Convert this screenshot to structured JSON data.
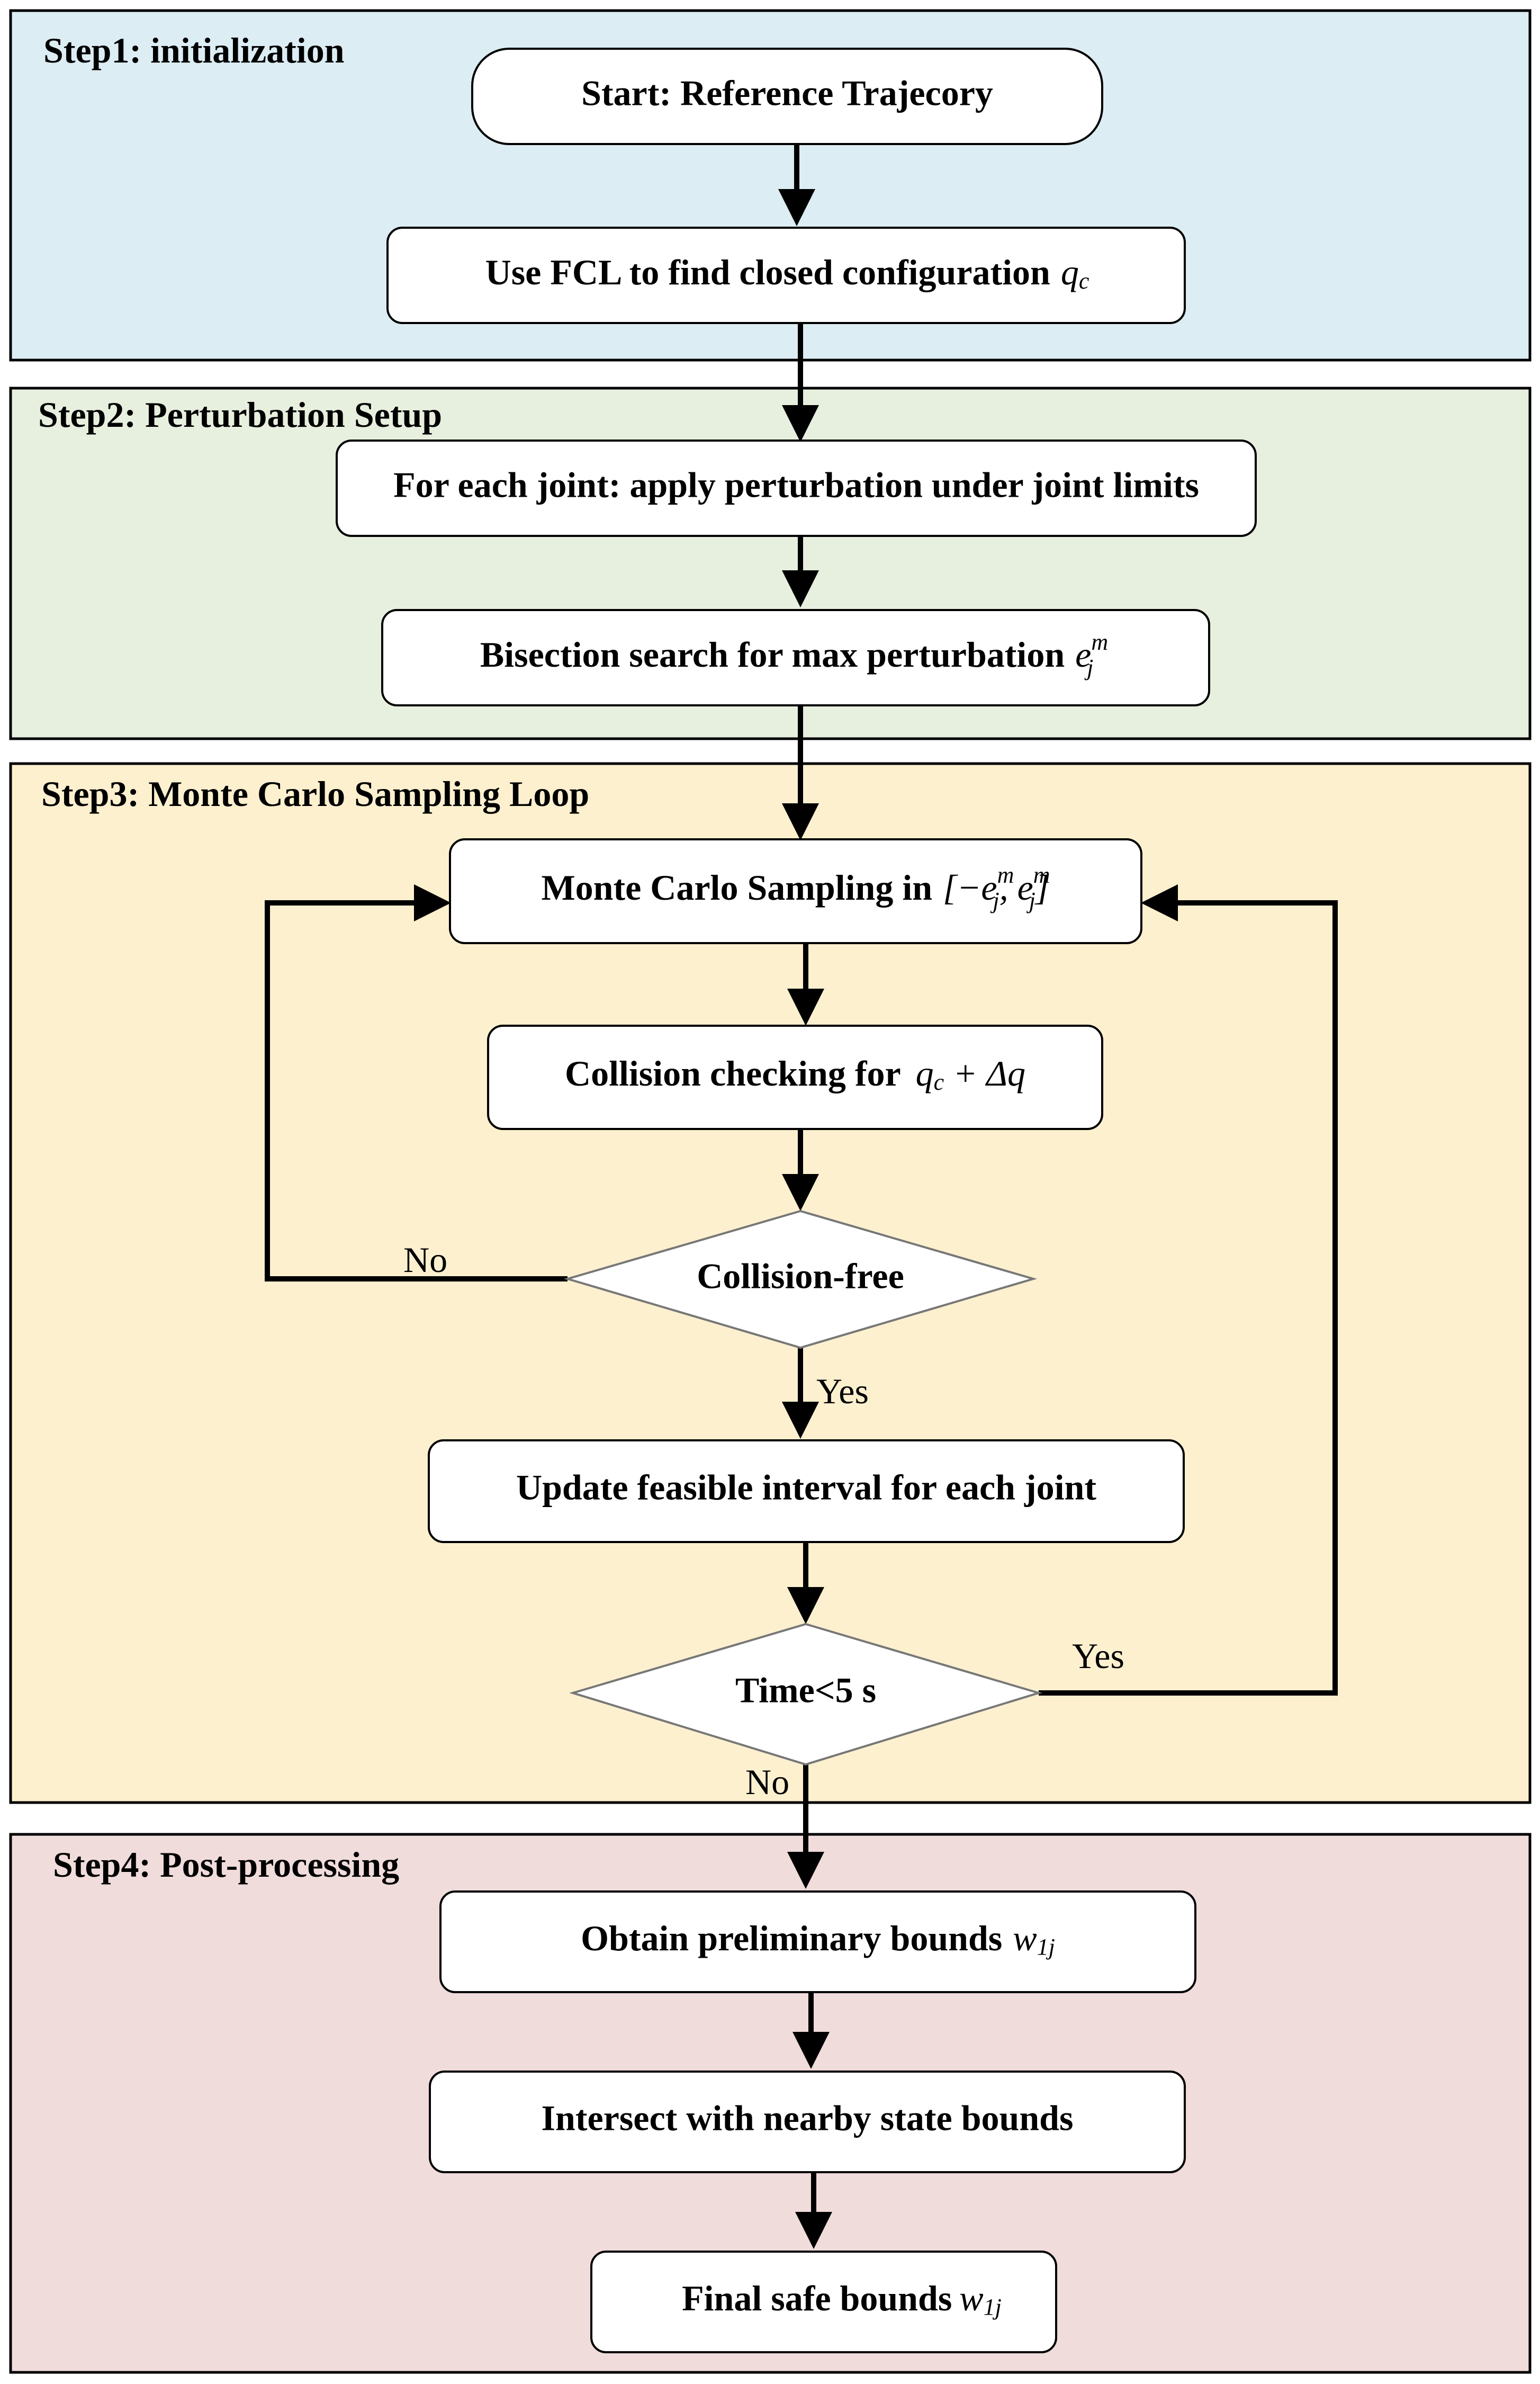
{
  "colors": {
    "step1_fill": "#dcedf3",
    "step2_fill": "#e7efde",
    "step3_fill": "#fdf0cf",
    "step4_fill": "#f0dcdb",
    "stroke": "#000000",
    "box_fill": "#ffffff"
  },
  "stages": {
    "step1": "Step1: initialization",
    "step2": "Step2: Perturbation Setup",
    "step3": "Step3: Monte Carlo Sampling Loop",
    "step4": "Step4: Post-processing"
  },
  "nodes": {
    "start": "Start: Reference Trajecory",
    "fcl_text": "Use FCL to find closed configuration",
    "fcl_math": "q",
    "fcl_sub": "c",
    "perturb": "For each joint: apply perturbation under joint limits",
    "bisect_text": "Bisection search for max perturbation",
    "bisect_math": "e",
    "bisect_sup": "m",
    "bisect_sub": "j",
    "mc_text": "Monte Carlo Sampling in",
    "mc_math": "[−e",
    "mc_sup1": "m",
    "mc_sub1": "j",
    "mc_comma": ", e",
    "mc_sup2": "m",
    "mc_sub2": "j",
    "mc_close": "]",
    "collision_text": "Collision checking for",
    "collision_math": "q",
    "collision_sub": "c",
    "collision_rest": " + Δq",
    "collision_free": "Collision-free",
    "update": "Update feasible interval for each joint",
    "time": "Time<5 s",
    "prelim_text": "Obtain preliminary bounds",
    "prelim_math": "w",
    "prelim_sub": "1j",
    "intersect": "Intersect with nearby state bounds",
    "final_text": "Final safe bounds",
    "final_math": "w",
    "final_sub": "1j"
  },
  "branches": {
    "no_collision": "No",
    "yes_collision": "Yes",
    "yes_time": "Yes",
    "no_time": "No"
  }
}
